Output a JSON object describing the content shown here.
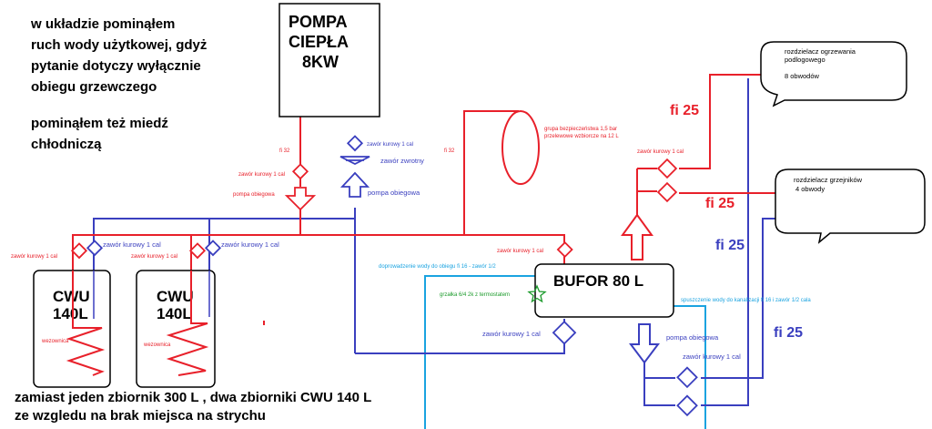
{
  "colors": {
    "red": "#e8202a",
    "blue": "#3a3fbf",
    "light_blue": "#1aa3e0",
    "green": "#1a9a2a",
    "black": "#000000"
  },
  "notes": {
    "top_left_1": "w układzie pominąłem",
    "top_left_2": "ruch wody użytkowej, gdyż",
    "top_left_3": "pytanie dotyczy wyłącznie",
    "top_left_4": "obiegu grzewczego",
    "top_left_5": "pominąłem też miedź",
    "top_left_6": "chłodniczą",
    "bottom_1": "zamiast jeden zbiornik 300 L , dwa zbiorniki CWU 140 L",
    "bottom_2": "ze wzgledu na brak miejsca na strychu"
  },
  "heat_pump": {
    "line1": "POMPA",
    "line2": "CIEPŁA",
    "line3": "8KW"
  },
  "buffer": {
    "label": "BUFOR 80 L"
  },
  "cwu_left": {
    "line1": "CWU",
    "line2": "140L",
    "coil": "wezownica"
  },
  "cwu_right": {
    "line1": "CWU",
    "line2": "140L",
    "coil": "wezownica"
  },
  "labels": {
    "valve_1cal": "zawór kurowy 1 cal",
    "fi32_left": "fi 32",
    "fi32_right": "fi 32",
    "pump_red": "pompa obiegowa",
    "pump_blue": "pompa obiegowa",
    "check_valve": "zawór zwrotny",
    "valve_top_blue": "zawór kurowy 1 cal",
    "valve_red_left": "zawór kurowy 1 cal",
    "valve_red_tank_left": "zawór kurowy 1 cal",
    "valve_blue_tank_left": "zawór kurowy 1 cal",
    "valve_blue_tank_right": "zawór kurowy 1 cal",
    "valve_red_buffer": "zawór kurowy 1 cal",
    "valve_blue_buffer": "zawór kurowy 1 cal",
    "valve_red_right": "zawór kurowy 1 cal",
    "valve_blue_right": "zawór kurowy 1 cal",
    "safety_group_1": "grupa bezpieczeństwa 1,5 bar",
    "safety_group_2": "przelewowe wzbiorcze na 12 L",
    "fill_line": "doprowadzenie wody do obiegu fi 16 - zawór 1/2",
    "heater": "grzałka 6/4 2k z termostatem",
    "drain_line": "spuszczenie wody do kanalizacji fi 16 i zawór 1/2 cala",
    "pump_bottom_right": "pompa obiegowa",
    "fi25_a": "fi 25",
    "fi25_b": "fi 25",
    "fi25_c": "fi 25",
    "fi25_d": "fi 25"
  },
  "manifold_floor": {
    "line1": "rozdzielacz ogrzewania",
    "line2": "podlogowego",
    "line3": "8 obwodów"
  },
  "manifold_radiators": {
    "line1": "rozdzielacz grzejników",
    "line2": "4  obwody"
  }
}
